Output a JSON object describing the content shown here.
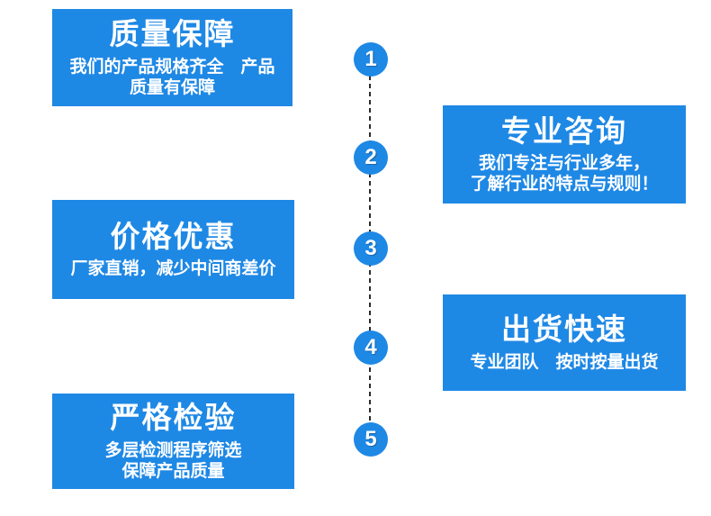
{
  "colors": {
    "primary_blue": "#1e88e5",
    "text_white": "#ffffff",
    "timeline_black": "#2b2b2b",
    "background": "#ffffff"
  },
  "timeline": {
    "steps": [
      {
        "number": "1"
      },
      {
        "number": "2"
      },
      {
        "number": "3"
      },
      {
        "number": "4"
      },
      {
        "number": "5"
      }
    ]
  },
  "cards": [
    {
      "title": "质量保障",
      "side": "left",
      "lines": [
        "我们的产品规格齐全　产品",
        "质量有保障"
      ]
    },
    {
      "title": "专业咨询",
      "side": "right",
      "lines": [
        "我们专注与行业多年，",
        "了解行业的特点与规则！"
      ]
    },
    {
      "title": "价格优惠",
      "side": "left",
      "lines": [
        "厂家直销，减少中间商差价"
      ]
    },
    {
      "title": "出货快速",
      "side": "right",
      "lines": [
        "专业团队　按时按量出货"
      ]
    },
    {
      "title": "严格检验",
      "side": "left",
      "lines": [
        "多层检测程序筛选",
        "保障产品质量"
      ]
    }
  ]
}
